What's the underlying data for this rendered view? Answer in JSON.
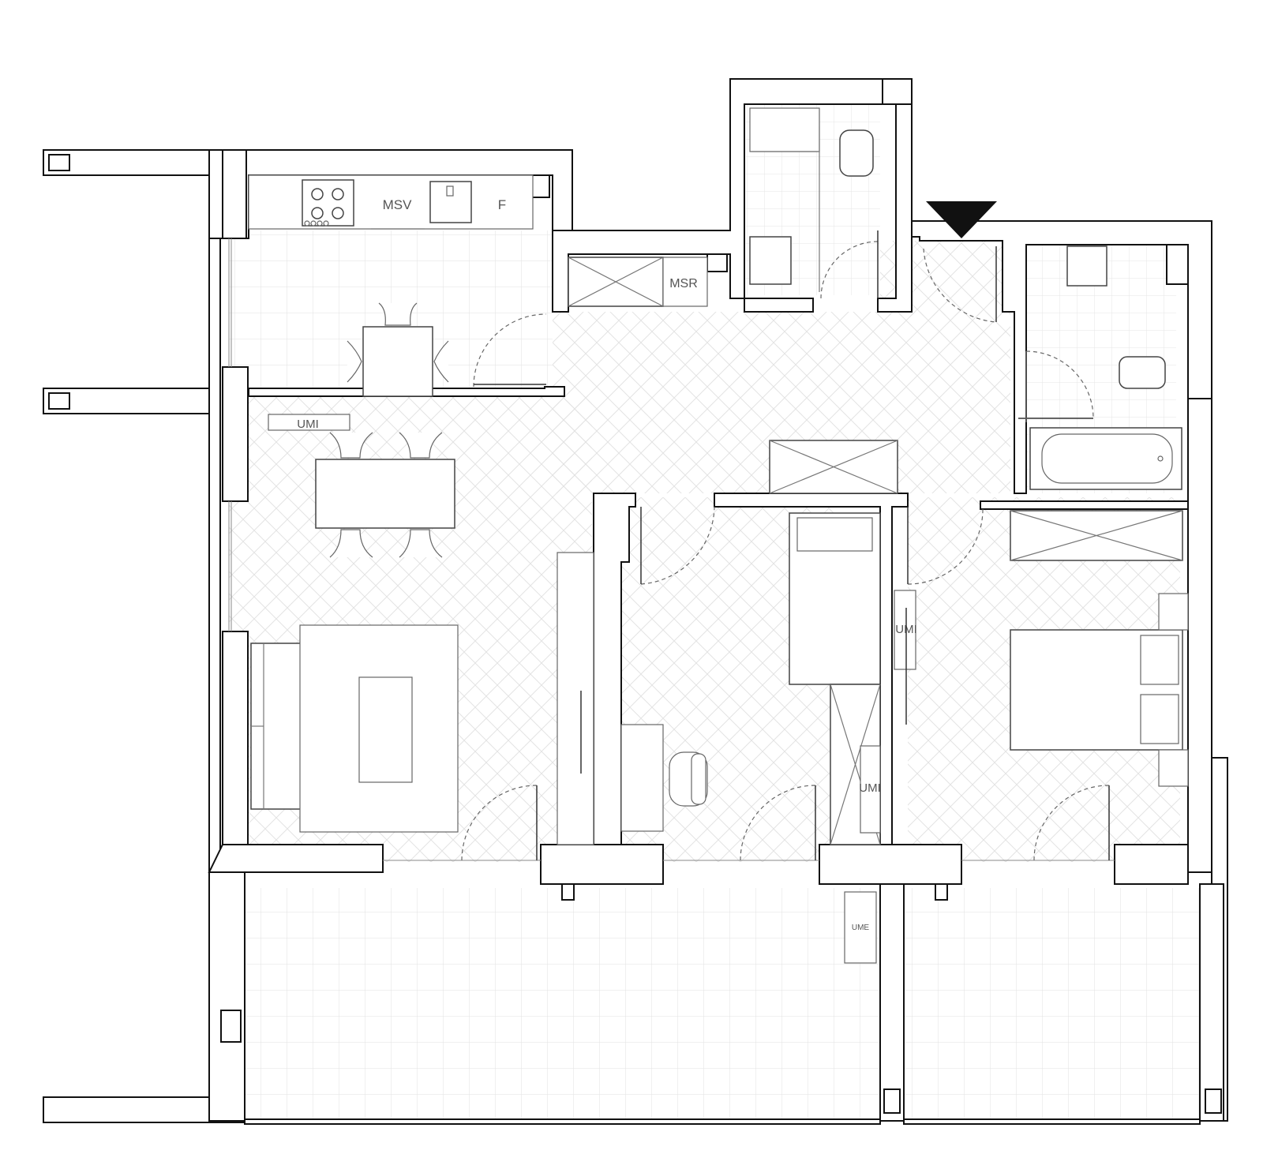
{
  "labels": {
    "kitchen_msv": "MSV",
    "kitchen_f": "F",
    "hall_msr": "MSR",
    "living_umi": "UMI",
    "bedroom2_umi": "UMI",
    "bedroom2_umi_closet": "UMI",
    "balcony_ume": "UME"
  },
  "entrance_marker": "triangle-arrow-icon",
  "colors": {
    "wall_stroke": "#111111",
    "floor_pattern": "#dddddd",
    "tile_grid": "#e2e2e2",
    "furniture": "#666666"
  }
}
